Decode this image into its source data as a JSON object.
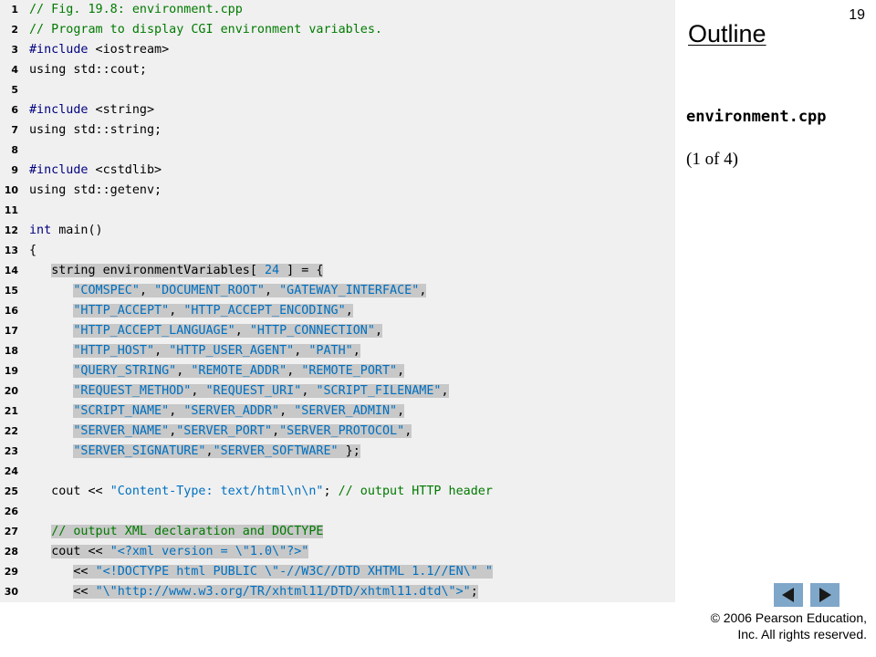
{
  "slide": {
    "page_number": "19",
    "outline_title": "Outline",
    "file_name": "environment.cpp",
    "part_label": "(1 of 4)",
    "copyright_line1": "© 2006 Pearson Education,",
    "copyright_line2": "Inc.  All rights reserved.",
    "nav": {
      "previous_icon": "triangle-left-icon",
      "next_icon": "triangle-right-icon"
    }
  },
  "code": {
    "lines": [
      {
        "num": "1",
        "segments": [
          {
            "t": "// Fig. 19.8: environment.cpp",
            "c": "comment"
          }
        ]
      },
      {
        "num": "2",
        "segments": [
          {
            "t": "// Program to display CGI environment variables.",
            "c": "comment"
          }
        ]
      },
      {
        "num": "3",
        "segments": [
          {
            "t": "#include",
            "c": "keyword"
          },
          {
            "t": " <iostream>",
            "c": ""
          }
        ]
      },
      {
        "num": "4",
        "segments": [
          {
            "t": "using std::cout;",
            "c": ""
          }
        ]
      },
      {
        "num": "5",
        "segments": []
      },
      {
        "num": "6",
        "segments": [
          {
            "t": "#include",
            "c": "keyword"
          },
          {
            "t": " <string>",
            "c": ""
          }
        ]
      },
      {
        "num": "7",
        "segments": [
          {
            "t": "using std::string;",
            "c": ""
          }
        ]
      },
      {
        "num": "8",
        "segments": []
      },
      {
        "num": "9",
        "segments": [
          {
            "t": "#include",
            "c": "keyword"
          },
          {
            "t": " <cstdlib>",
            "c": ""
          }
        ]
      },
      {
        "num": "10",
        "segments": [
          {
            "t": "using std::getenv;",
            "c": ""
          }
        ]
      },
      {
        "num": "11",
        "segments": []
      },
      {
        "num": "12",
        "segments": [
          {
            "t": "int",
            "c": "keyword"
          },
          {
            "t": " main()",
            "c": ""
          }
        ]
      },
      {
        "num": "13",
        "segments": [
          {
            "t": "{",
            "c": ""
          }
        ]
      },
      {
        "num": "14",
        "highlight": true,
        "segments": [
          {
            "t": "   string environmentVariables[ ",
            "c": ""
          },
          {
            "t": "24",
            "c": "number"
          },
          {
            "t": " ] = {",
            "c": ""
          }
        ]
      },
      {
        "num": "15",
        "highlight": true,
        "segments": [
          {
            "t": "      ",
            "c": "indent"
          },
          {
            "t": "\"COMSPEC\"",
            "c": "string"
          },
          {
            "t": ", ",
            "c": ""
          },
          {
            "t": "\"DOCUMENT_ROOT\"",
            "c": "string"
          },
          {
            "t": ", ",
            "c": ""
          },
          {
            "t": "\"GATEWAY_INTERFACE\"",
            "c": "string"
          },
          {
            "t": ",",
            "c": ""
          }
        ]
      },
      {
        "num": "16",
        "highlight": true,
        "segments": [
          {
            "t": "      ",
            "c": "indent"
          },
          {
            "t": "\"HTTP_ACCEPT\"",
            "c": "string"
          },
          {
            "t": ", ",
            "c": ""
          },
          {
            "t": "\"HTTP_ACCEPT_ENCODING\"",
            "c": "string"
          },
          {
            "t": ",",
            "c": ""
          }
        ]
      },
      {
        "num": "17",
        "highlight": true,
        "segments": [
          {
            "t": "      ",
            "c": "indent"
          },
          {
            "t": "\"HTTP_ACCEPT_LANGUAGE\"",
            "c": "string"
          },
          {
            "t": ", ",
            "c": ""
          },
          {
            "t": "\"HTTP_CONNECTION\"",
            "c": "string"
          },
          {
            "t": ",",
            "c": ""
          }
        ]
      },
      {
        "num": "18",
        "highlight": true,
        "segments": [
          {
            "t": "      ",
            "c": "indent"
          },
          {
            "t": "\"HTTP_HOST\"",
            "c": "string"
          },
          {
            "t": ", ",
            "c": ""
          },
          {
            "t": "\"HTTP_USER_AGENT\"",
            "c": "string"
          },
          {
            "t": ", ",
            "c": ""
          },
          {
            "t": "\"PATH\"",
            "c": "string"
          },
          {
            "t": ",",
            "c": ""
          }
        ]
      },
      {
        "num": "19",
        "highlight": true,
        "segments": [
          {
            "t": "      ",
            "c": "indent"
          },
          {
            "t": "\"QUERY_STRING\"",
            "c": "string"
          },
          {
            "t": ", ",
            "c": ""
          },
          {
            "t": "\"REMOTE_ADDR\"",
            "c": "string"
          },
          {
            "t": ", ",
            "c": ""
          },
          {
            "t": "\"REMOTE_PORT\"",
            "c": "string"
          },
          {
            "t": ",",
            "c": ""
          }
        ]
      },
      {
        "num": "20",
        "highlight": true,
        "segments": [
          {
            "t": "      ",
            "c": "indent"
          },
          {
            "t": "\"REQUEST_METHOD\"",
            "c": "string"
          },
          {
            "t": ", ",
            "c": ""
          },
          {
            "t": "\"REQUEST_URI\"",
            "c": "string"
          },
          {
            "t": ", ",
            "c": ""
          },
          {
            "t": "\"SCRIPT_FILENAME\"",
            "c": "string"
          },
          {
            "t": ",",
            "c": ""
          }
        ]
      },
      {
        "num": "21",
        "highlight": true,
        "segments": [
          {
            "t": "      ",
            "c": "indent"
          },
          {
            "t": "\"SCRIPT_NAME\"",
            "c": "string"
          },
          {
            "t": ", ",
            "c": ""
          },
          {
            "t": "\"SERVER_ADDR\"",
            "c": "string"
          },
          {
            "t": ", ",
            "c": ""
          },
          {
            "t": "\"SERVER_ADMIN\"",
            "c": "string"
          },
          {
            "t": ",",
            "c": ""
          }
        ]
      },
      {
        "num": "22",
        "highlight": true,
        "segments": [
          {
            "t": "      ",
            "c": "indent"
          },
          {
            "t": "\"SERVER_NAME\"",
            "c": "string"
          },
          {
            "t": ",",
            "c": ""
          },
          {
            "t": "\"SERVER_PORT\"",
            "c": "string"
          },
          {
            "t": ",",
            "c": ""
          },
          {
            "t": "\"SERVER_PROTOCOL\"",
            "c": "string"
          },
          {
            "t": ",",
            "c": ""
          }
        ]
      },
      {
        "num": "23",
        "highlight": true,
        "segments": [
          {
            "t": "      ",
            "c": "indent"
          },
          {
            "t": "\"SERVER_SIGNATURE\"",
            "c": "string"
          },
          {
            "t": ",",
            "c": ""
          },
          {
            "t": "\"SERVER_SOFTWARE\"",
            "c": "string"
          },
          {
            "t": " };",
            "c": ""
          }
        ]
      },
      {
        "num": "24",
        "segments": []
      },
      {
        "num": "25",
        "segments": [
          {
            "t": "   cout << ",
            "c": ""
          },
          {
            "t": "\"Content-Type: text/html\\n\\n\"",
            "c": "string"
          },
          {
            "t": "; ",
            "c": ""
          },
          {
            "t": "// output HTTP header",
            "c": "comment"
          }
        ]
      },
      {
        "num": "26",
        "segments": []
      },
      {
        "num": "27",
        "highlight": true,
        "segments": [
          {
            "t": "   ",
            "c": "indent"
          },
          {
            "t": "// output XML declaration and DOCTYPE",
            "c": "comment"
          }
        ]
      },
      {
        "num": "28",
        "highlight": true,
        "segments": [
          {
            "t": "   cout << ",
            "c": ""
          },
          {
            "t": "\"<?xml version = \\\"1.0\\\"?>\"",
            "c": "string"
          }
        ]
      },
      {
        "num": "29",
        "highlight": true,
        "segments": [
          {
            "t": "      ",
            "c": "indent"
          },
          {
            "t": "<< ",
            "c": ""
          },
          {
            "t": "\"<!DOCTYPE html PUBLIC \\\"-//W3C//DTD XHTML 1.1//EN\\\" \"",
            "c": "string"
          }
        ]
      },
      {
        "num": "30",
        "highlight": true,
        "segments": [
          {
            "t": "      ",
            "c": "indent"
          },
          {
            "t": "<< ",
            "c": ""
          },
          {
            "t": "\"\\\"http://www.w3.org/TR/xhtml11/DTD/xhtml11.dtd\\\">\"",
            "c": "string"
          },
          {
            "t": ";",
            "c": ""
          }
        ]
      }
    ]
  }
}
